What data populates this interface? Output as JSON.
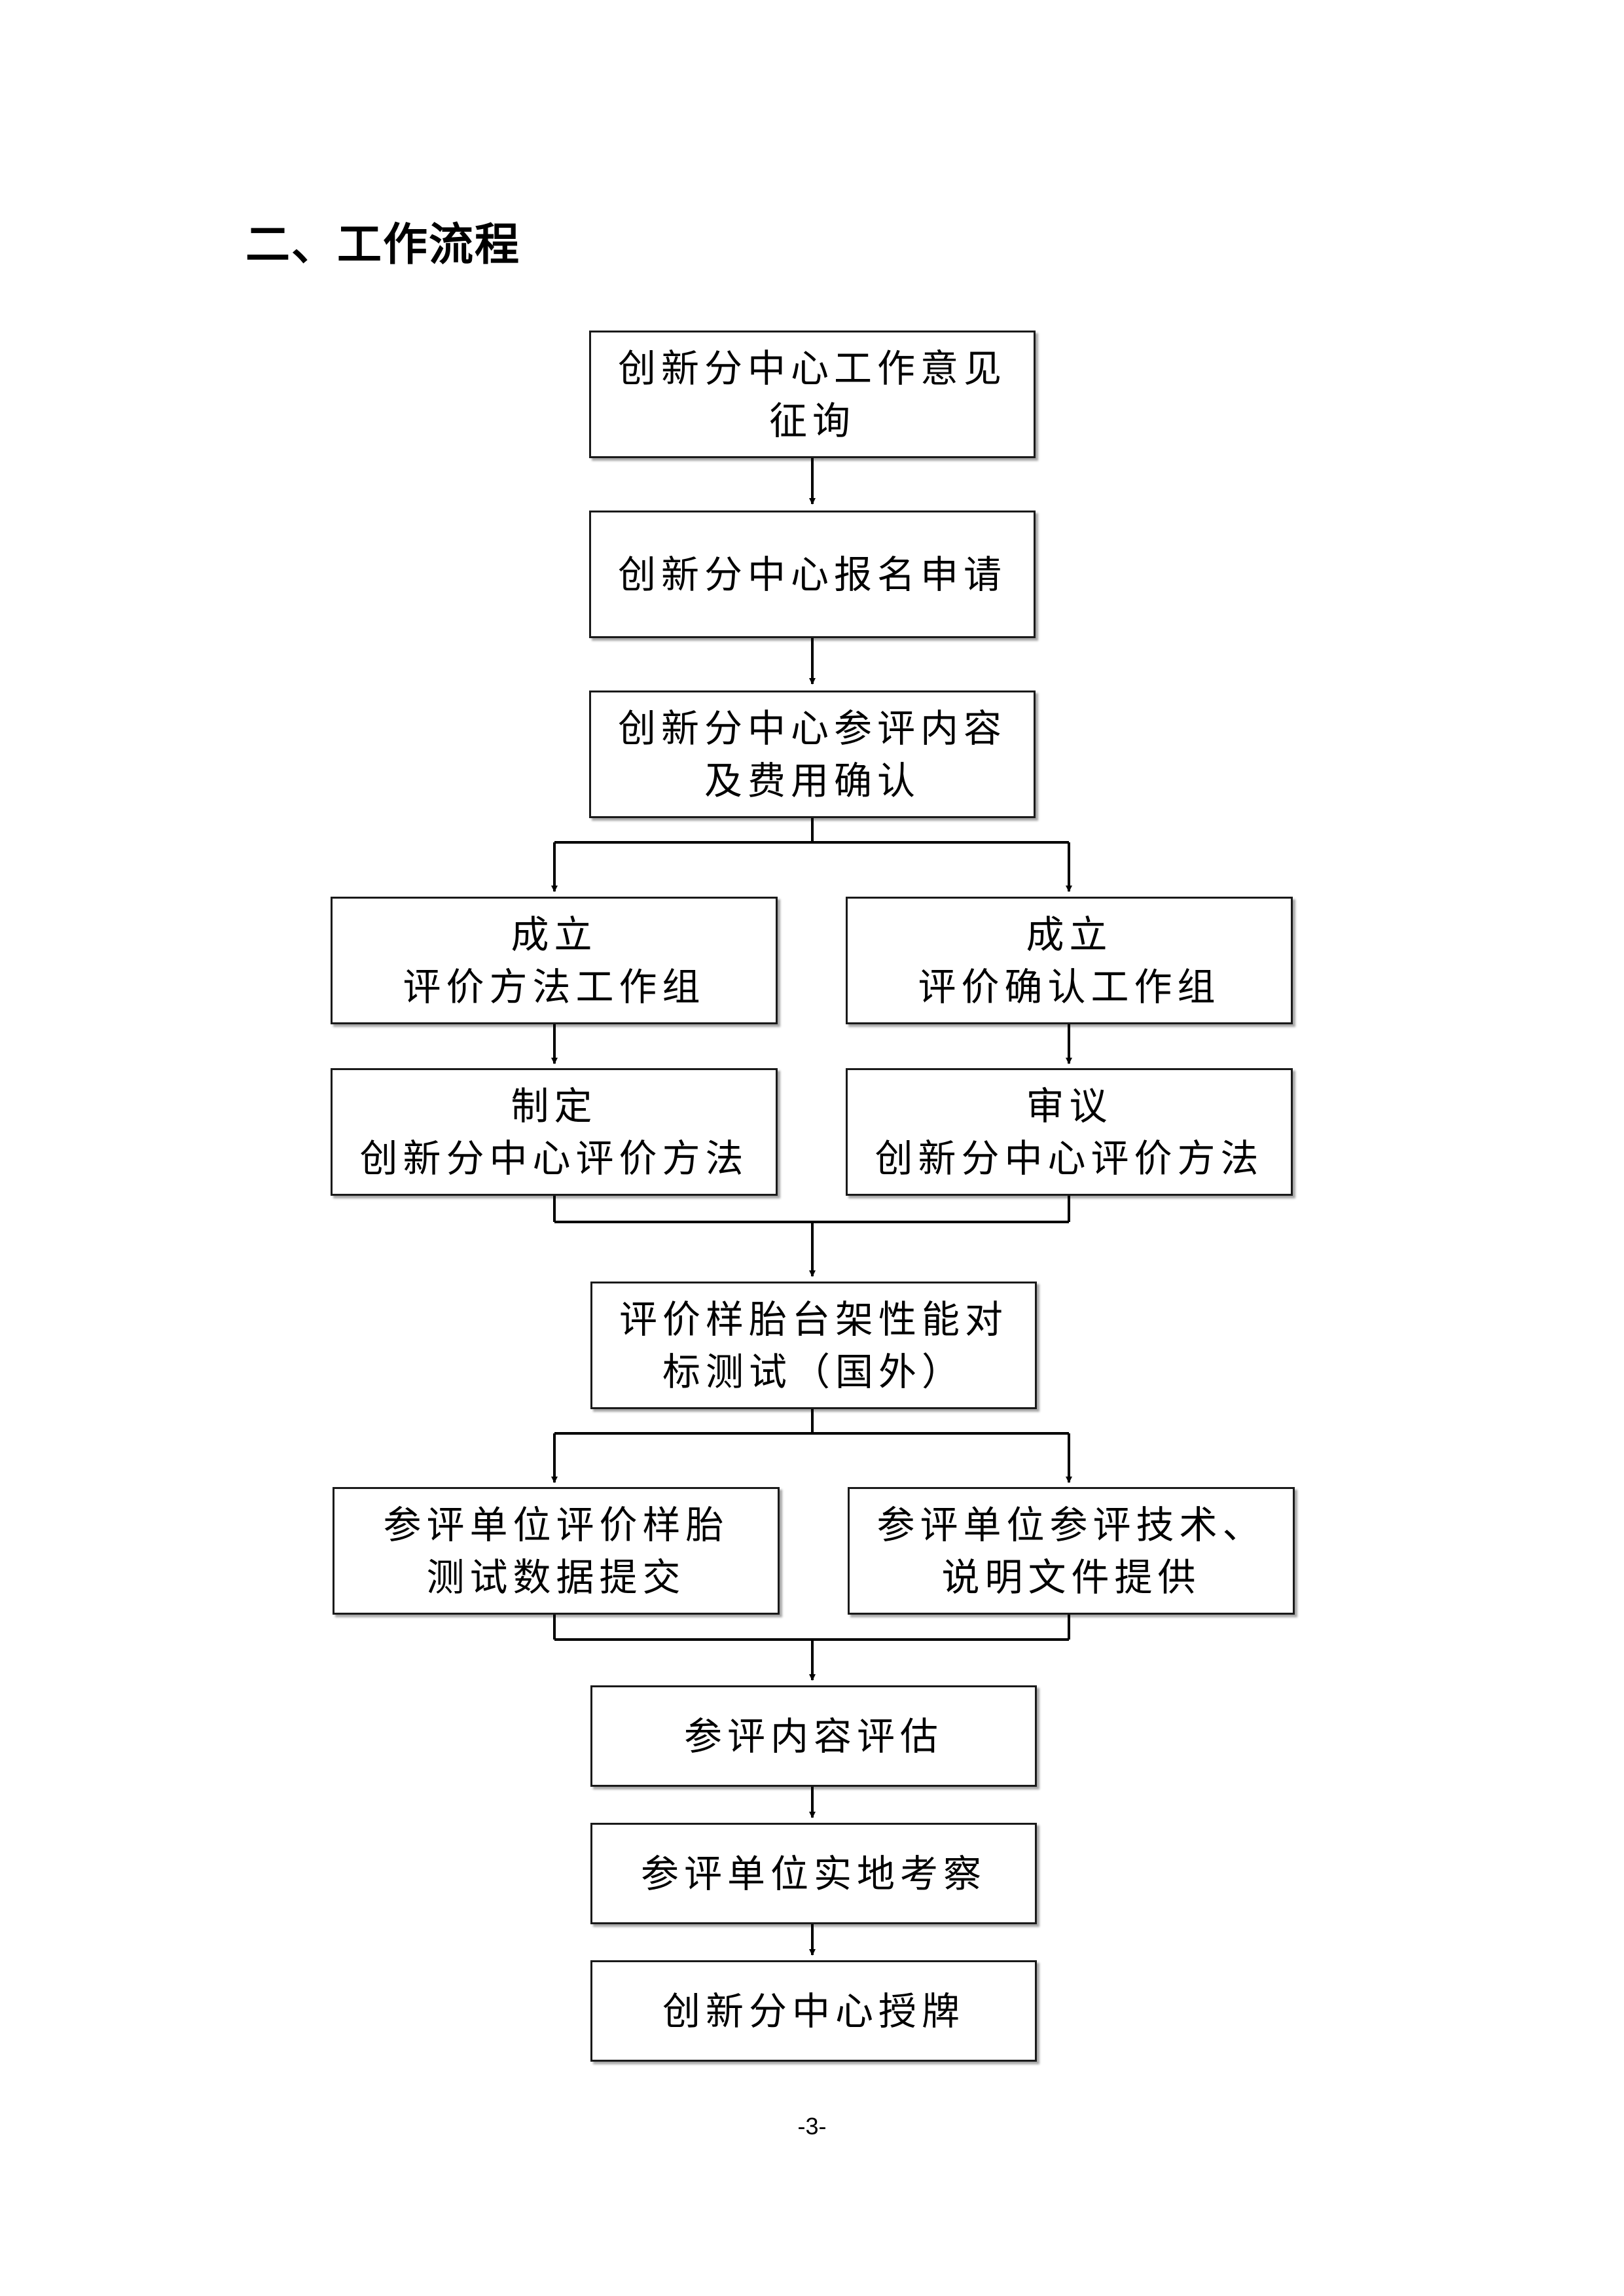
{
  "heading": "二、工作流程",
  "page_number": "-3-",
  "nodes": {
    "n1": {
      "line1": "创新分中心工作意见",
      "line2": "征询"
    },
    "n2": {
      "line1": "创新分中心报名申请",
      "line2": ""
    },
    "n3": {
      "line1": "创新分中心参评内容",
      "line2": "及费用确认"
    },
    "n4a": {
      "line1": "成立",
      "line2": "评价方法工作组"
    },
    "n4b": {
      "line1": "成立",
      "line2": "评价确认工作组"
    },
    "n5a": {
      "line1": "制定",
      "line2": "创新分中心评价方法"
    },
    "n5b": {
      "line1": "审议",
      "line2": "创新分中心评价方法"
    },
    "n6": {
      "line1": "评价样胎台架性能对",
      "line2": "标测试（国外）"
    },
    "n7a": {
      "line1": "参评单位评价样胎",
      "line2": "测试数据提交"
    },
    "n7b": {
      "line1": "参评单位参评技术、",
      "line2": "说明文件提供"
    },
    "n8": {
      "line1": "参评内容评估",
      "line2": ""
    },
    "n9": {
      "line1": "参评单位实地考察",
      "line2": ""
    },
    "n10": {
      "line1": "创新分中心授牌",
      "line2": ""
    }
  }
}
